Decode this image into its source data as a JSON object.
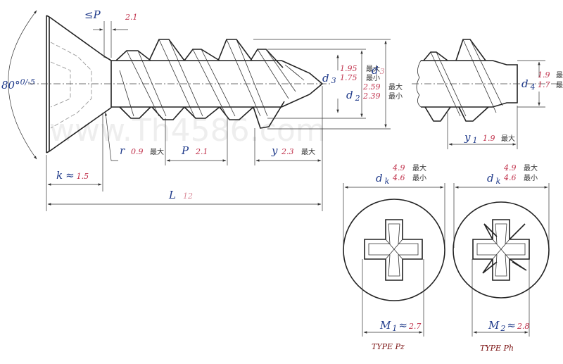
{
  "watermark": "www.Th4586.com",
  "head_angle": {
    "label": "80°",
    "tol": "0/-5"
  },
  "max_p": {
    "label": "≤P",
    "value": "2.1"
  },
  "d3": {
    "symbol": "d",
    "sub": "3",
    "max": "1.95",
    "min": "1.75",
    "max_tag": "最大",
    "min_tag": "最小"
  },
  "d3_ghost": {
    "symbol": "d",
    "sub": "3"
  },
  "d2": {
    "symbol": "d",
    "sub": "2",
    "max": "2.59",
    "min": "2.39",
    "max_tag": "最大",
    "min_tag": "最小"
  },
  "d4": {
    "symbol": "d",
    "sub": "4",
    "max": "1.9",
    "min": "1.7",
    "max_tag": "最大",
    "min_tag": "最小"
  },
  "r": {
    "symbol": "r",
    "value": "0.9",
    "tag": "最大"
  },
  "pitch": {
    "symbol": "P",
    "value": "2.1"
  },
  "y": {
    "symbol": "y",
    "value": "2.3",
    "tag": "最大"
  },
  "y1": {
    "symbol": "y",
    "sub": "1",
    "value": "1.9",
    "tag": "最大"
  },
  "k": {
    "symbol": "k",
    "approx": "≈",
    "value": "1.5"
  },
  "length": {
    "symbol": "L",
    "value": "12"
  },
  "dk_pz": {
    "symbol": "d",
    "sub": "k",
    "max": "4.9",
    "min": "4.6",
    "max_tag": "最大",
    "min_tag": "最小"
  },
  "dk_ph": {
    "symbol": "d",
    "sub": "k",
    "max": "4.9",
    "min": "4.6",
    "max_tag": "最大",
    "min_tag": "最小"
  },
  "m1": {
    "symbol": "M",
    "sub": "1",
    "approx": "≈",
    "value": "2.7"
  },
  "m2": {
    "symbol": "M",
    "sub": "2",
    "approx": "≈",
    "value": "2.8"
  },
  "type_pz": "TYPE Pz",
  "type_ph": "TYPE Ph"
}
